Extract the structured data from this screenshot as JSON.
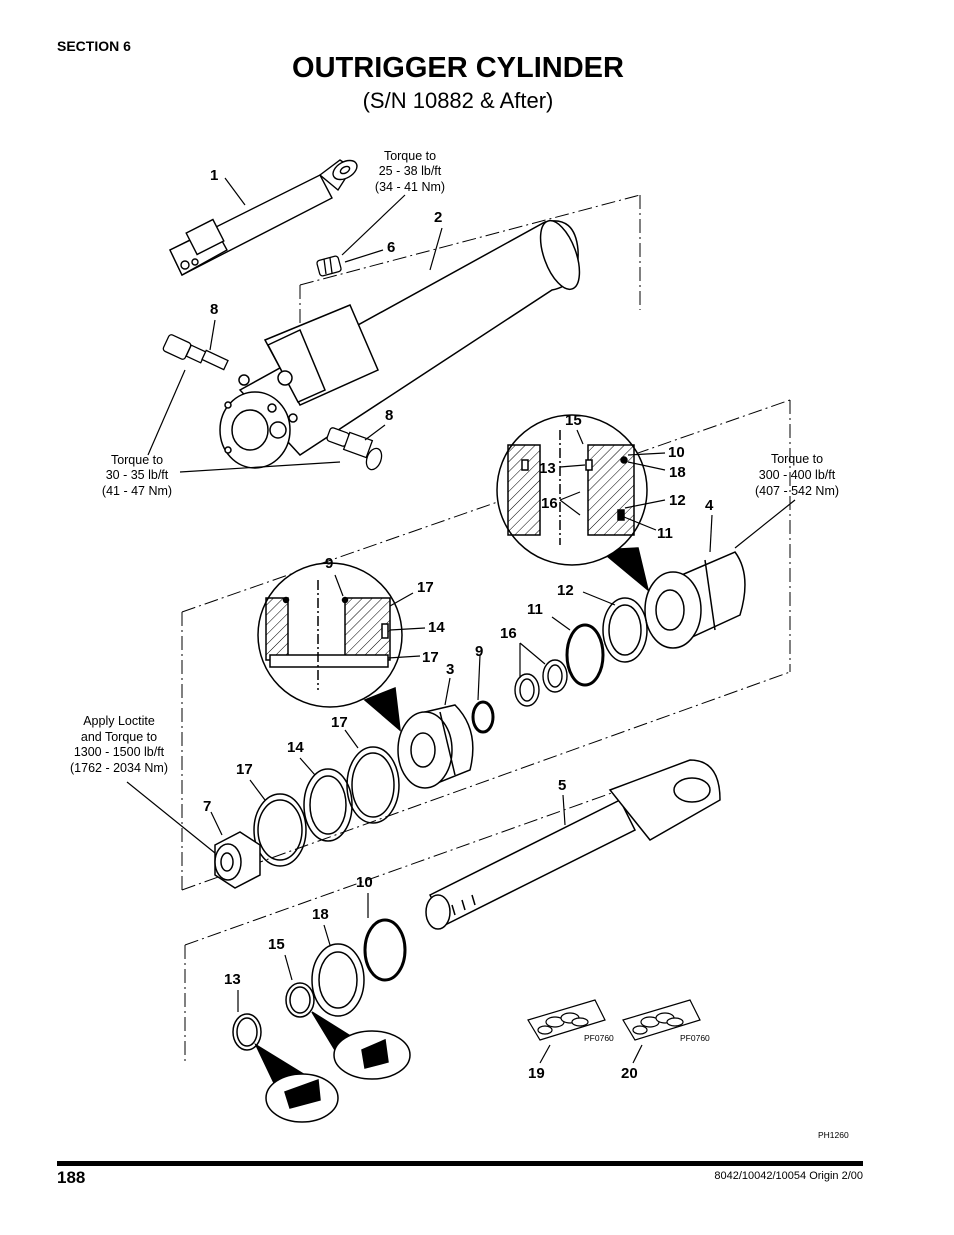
{
  "header": {
    "section": "SECTION 6",
    "title": "OUTRIGGER CYLINDER",
    "subtitle": "(S/N 10882 & After)"
  },
  "callouts": {
    "c1": "1",
    "c2": "2",
    "c3": "3",
    "c4": "4",
    "c5": "5",
    "c6": "6",
    "c7": "7",
    "c8a": "8",
    "c8b": "8",
    "c9a": "9",
    "c9b": "9",
    "c10a": "10",
    "c10b": "10",
    "c11a": "11",
    "c11b": "11",
    "c12a": "12",
    "c12b": "12",
    "c13a": "13",
    "c13b": "13",
    "c14a": "14",
    "c14b": "14",
    "c15a": "15",
    "c15b": "15",
    "c16a": "16",
    "c16b": "16",
    "c17a": "17",
    "c17b": "17",
    "c17c": "17",
    "c17d": "17",
    "c18a": "18",
    "c18b": "18",
    "c19": "19",
    "c20": "20"
  },
  "notes": {
    "torque_top": [
      "Torque to",
      "25 - 38 lb/ft",
      "(34 - 41 Nm)"
    ],
    "torque_left": [
      "Torque to",
      "30 - 35 lb/ft",
      "(41 - 47 Nm)"
    ],
    "torque_right": [
      "Torque to",
      "300 - 400 lb/ft",
      "(407 - 542 Nm)"
    ],
    "loctite": [
      "Apply Loctite",
      "and Torque to",
      "1300 - 1500 lb/ft",
      "(1762 - 2034 Nm)"
    ]
  },
  "codes": {
    "kit_a": "PF0760",
    "kit_b": "PF0760",
    "figure": "PH1260"
  },
  "footer": {
    "page": "188",
    "doc": "8042/10042/10054 Origin 2/00"
  }
}
